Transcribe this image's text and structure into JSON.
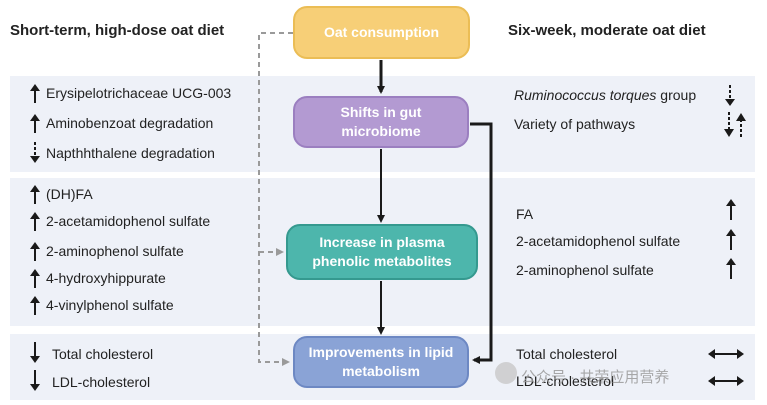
{
  "headers": {
    "left": "Short-term, high-dose oat diet",
    "right": "Six-week, moderate oat diet"
  },
  "flow": {
    "oat": "Oat consumption",
    "gut": "Shifts in gut microbiome",
    "plasma": "Increase in plasma phenolic metabolites",
    "lipid": "Improvements in lipid metabolism"
  },
  "left_items": {
    "microbiome": [
      {
        "label": "Erysipelotrichaceae UCG-003",
        "direction": "up"
      },
      {
        "label": "Aminobenzoat degradation",
        "direction": "up"
      },
      {
        "label": "Napthhthalene degradation",
        "direction": "down-dashed"
      }
    ],
    "metabolites": [
      {
        "label": "(DH)FA",
        "direction": "up"
      },
      {
        "label": "2-acetamidophenol sulfate",
        "direction": "up"
      },
      {
        "label": "2-aminophenol sulfate",
        "direction": "up"
      },
      {
        "label": "4-hydroxyhippurate",
        "direction": "up"
      },
      {
        "label": "4-vinylphenol sulfate",
        "direction": "up"
      }
    ],
    "lipids": [
      {
        "label": "Total cholesterol",
        "direction": "down"
      },
      {
        "label": "LDL-cholesterol",
        "direction": "down"
      }
    ]
  },
  "right_items": {
    "microbiome": [
      {
        "label_italic": "Ruminococcus torques",
        "label_rest": " group",
        "direction": "down-dashed"
      },
      {
        "label": "Variety of pathways",
        "direction": "up-down-dashed"
      }
    ],
    "metabolites": [
      {
        "label": "FA",
        "direction": "up"
      },
      {
        "label": "2-acetamidophenol sulfate",
        "direction": "up"
      },
      {
        "label": "2-aminophenol sulfate",
        "direction": "up"
      }
    ],
    "lipids": [
      {
        "label": "Total cholesterol",
        "direction": "no-change"
      },
      {
        "label": "LDL-cholesterol",
        "direction": "no-change"
      }
    ]
  },
  "watermark": "公众号 · 共荣应用营养",
  "colors": {
    "oat_box": "#f7cf77",
    "gut_box": "#b39ad2",
    "plasma_box": "#4db6ac",
    "lipid_box": "#8aa3d6",
    "band": "#eef1f8"
  }
}
